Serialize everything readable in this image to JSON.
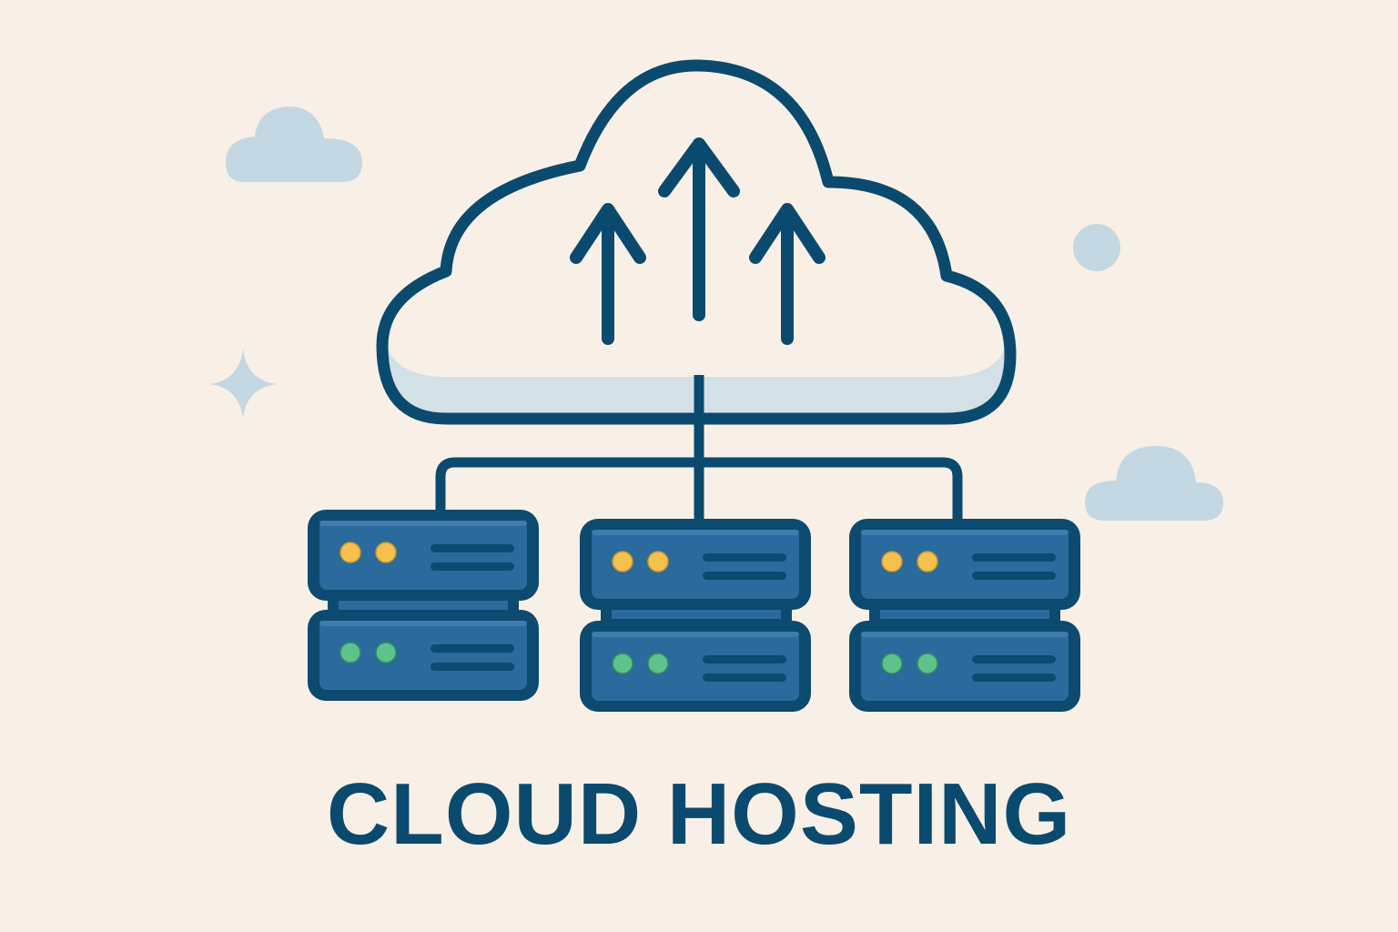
{
  "title": "CLOUD HOSTING",
  "colors": {
    "background": "#f8f0e6",
    "outline": "#0b4a6f",
    "server_fill": "#2b6a9c",
    "server_dark": "#0c4a70",
    "cloud_shadow": "#d3e0e5",
    "decor": "#c3d8e2",
    "led_yellow": "#f4c04e",
    "led_green": "#5cc38a"
  },
  "illustration": {
    "main_icon": "cloud-upload-icon",
    "arrows": 3,
    "servers": [
      {
        "id": "server-left",
        "units": [
          {
            "led": "yellow"
          },
          {
            "led": "green"
          }
        ]
      },
      {
        "id": "server-center",
        "units": [
          {
            "led": "yellow"
          },
          {
            "led": "green"
          }
        ]
      },
      {
        "id": "server-right",
        "units": [
          {
            "led": "yellow"
          },
          {
            "led": "green"
          }
        ]
      }
    ],
    "decorations": [
      "small-cloud-icon",
      "sparkle-icon",
      "dot-icon",
      "small-cloud-icon"
    ]
  }
}
